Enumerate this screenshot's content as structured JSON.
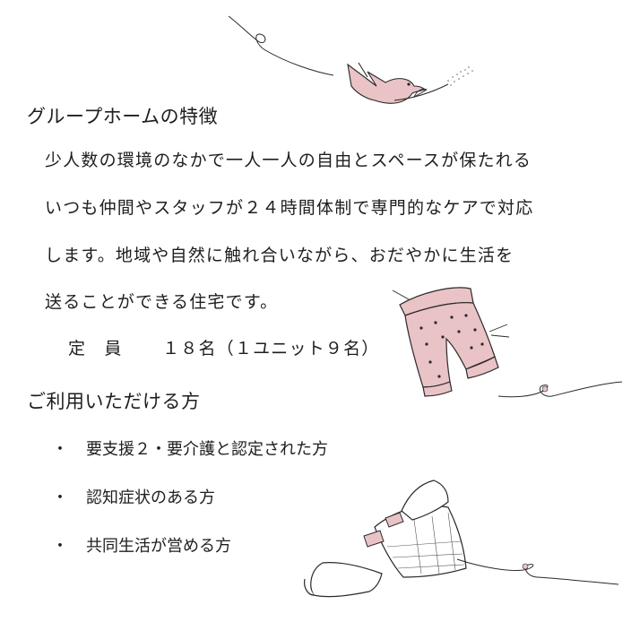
{
  "section1": {
    "heading": "グループホームの特徴",
    "lines": [
      "少人数の環境のなかで一人一人の自由とスペースが保たれる",
      "いつも仲間やスタッフが２４時間体制で専門的なケアで対応",
      "します。地域や自然に触れ合いながら、おだやかに生活を",
      "送ることができる住宅です。"
    ],
    "capacity": {
      "label": "定　員",
      "value": "１８名（１ユニット９名）"
    }
  },
  "section2": {
    "heading": "ご利用いただける方",
    "bullet_glyph": "・",
    "items": [
      "要支援２・要介護と認定された方",
      "認知症状のある方",
      "共同生活が営める方"
    ]
  },
  "illustrations": {
    "bird": "bird-with-twig-icon",
    "pants": "baby-pants-icon",
    "sweater": "sweater-icon",
    "ink": "#2a2a2a",
    "pink": "#e9c3c6"
  }
}
